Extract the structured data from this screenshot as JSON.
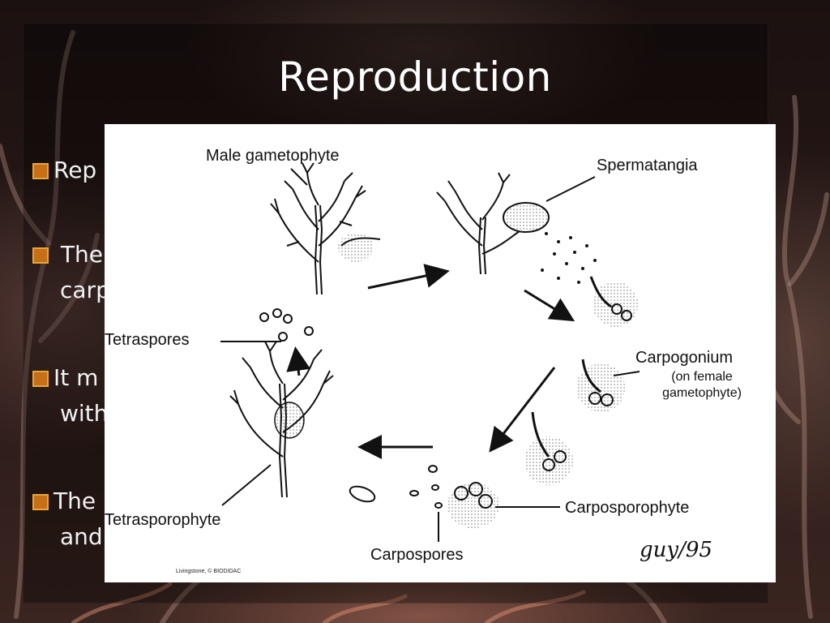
{
  "slide": {
    "title": "Reproduction",
    "bullets": [
      {
        "line1": "Rep",
        "line2": ""
      },
      {
        "line1": " The",
        "line2": "carp"
      },
      {
        "line1": "It m",
        "line2": "with"
      },
      {
        "line1": "The",
        "line2": "and"
      }
    ]
  },
  "figure": {
    "labels": {
      "male_gametophyte": "Male gametophyte",
      "spermatangia": "Spermatangia",
      "tetraspores": "Tetraspores",
      "carpogonium": "Carpogonium",
      "carpogonium_note_1": "(on female",
      "carpogonium_note_2": "gametophyte)",
      "tetrasporophyte": "Tetrasporophyte",
      "carposporophyte": "Carposporophyte",
      "carpospores": "Carpospores"
    },
    "credit": "Livingstone, © BIODIDAC",
    "signature": "guy/95"
  },
  "colors": {
    "title": "#ffffff",
    "bullet_box": "#c66f16",
    "figure_bg": "#ffffff"
  }
}
